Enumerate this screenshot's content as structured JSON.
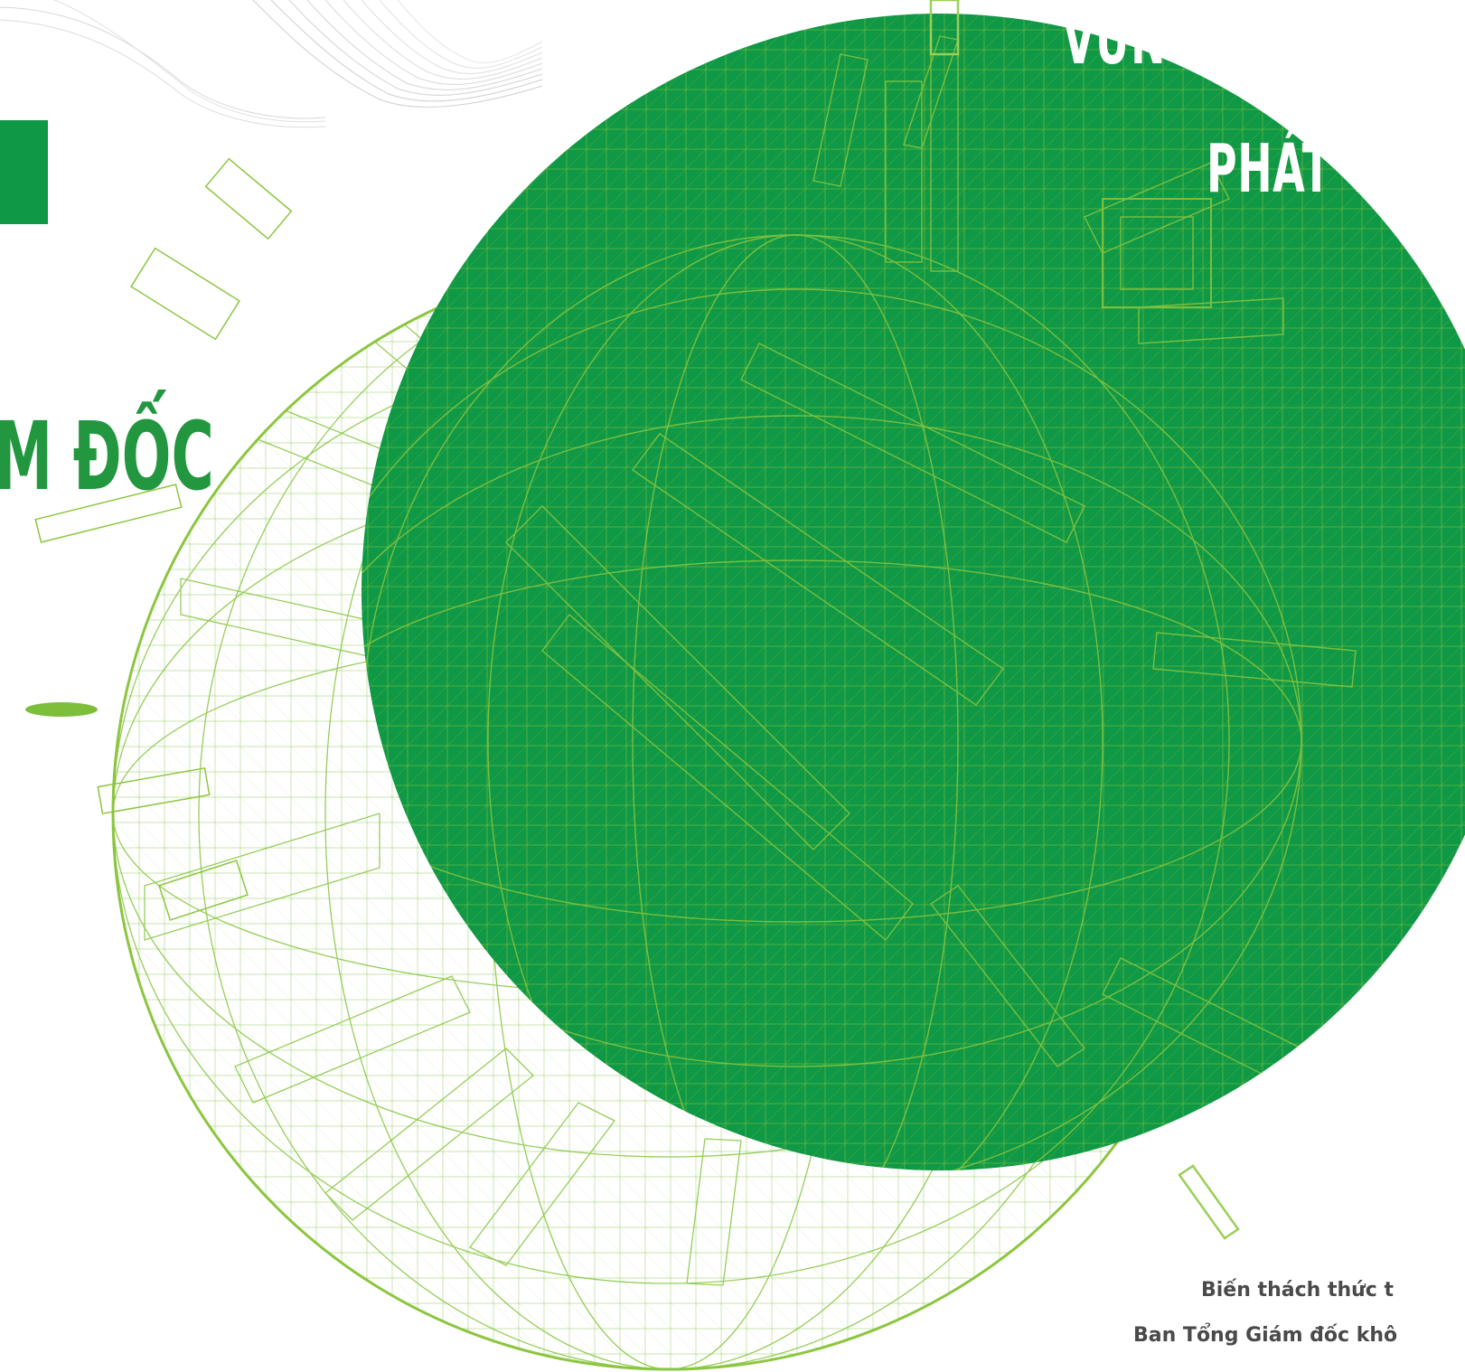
{
  "page": {
    "background_color": "#ffffff",
    "accent_color": "#0f9845",
    "light_green": "#8cc63f"
  },
  "header": {
    "line1": "VỮNG BƯỚC",
    "line2": "PHÁT T"
  },
  "side_title": {
    "text": "M ĐỐC"
  },
  "captions": {
    "line1": "Biến thách thức t",
    "line2": "Ban Tổng Giám đốc khô"
  },
  "illustration": {
    "subject": "wireframe city globe",
    "icon": "globe-wireframe-icon"
  }
}
